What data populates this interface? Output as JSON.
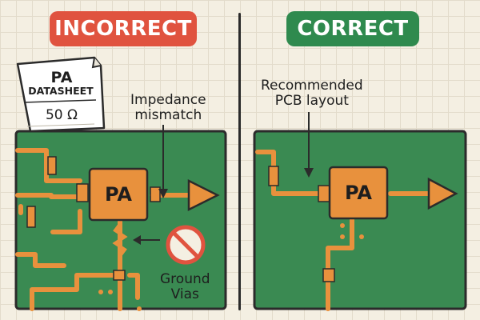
{
  "banners": {
    "incorrect": "INCORRECT",
    "correct": "CORRECT"
  },
  "datasheet": {
    "title": "PA",
    "subtitle": "DATASHEET",
    "value": "50 Ω"
  },
  "incorrect_panel": {
    "pa_label": "PA",
    "annotation_line1": "Impedance",
    "annotation_line2": "mismatch",
    "ground_line1": "Ground",
    "ground_line2": "Vias",
    "prohibited_icon": "no-entry-icon"
  },
  "correct_panel": {
    "pa_label": "PA",
    "annotation_line1": "Recommended",
    "annotation_line2": "PCB layout"
  },
  "colors": {
    "board": "#3a8a52",
    "trace": "#e8913d",
    "incorrect": "#e0533f",
    "correct": "#2f8a4e",
    "outline": "#2b2b2b"
  }
}
